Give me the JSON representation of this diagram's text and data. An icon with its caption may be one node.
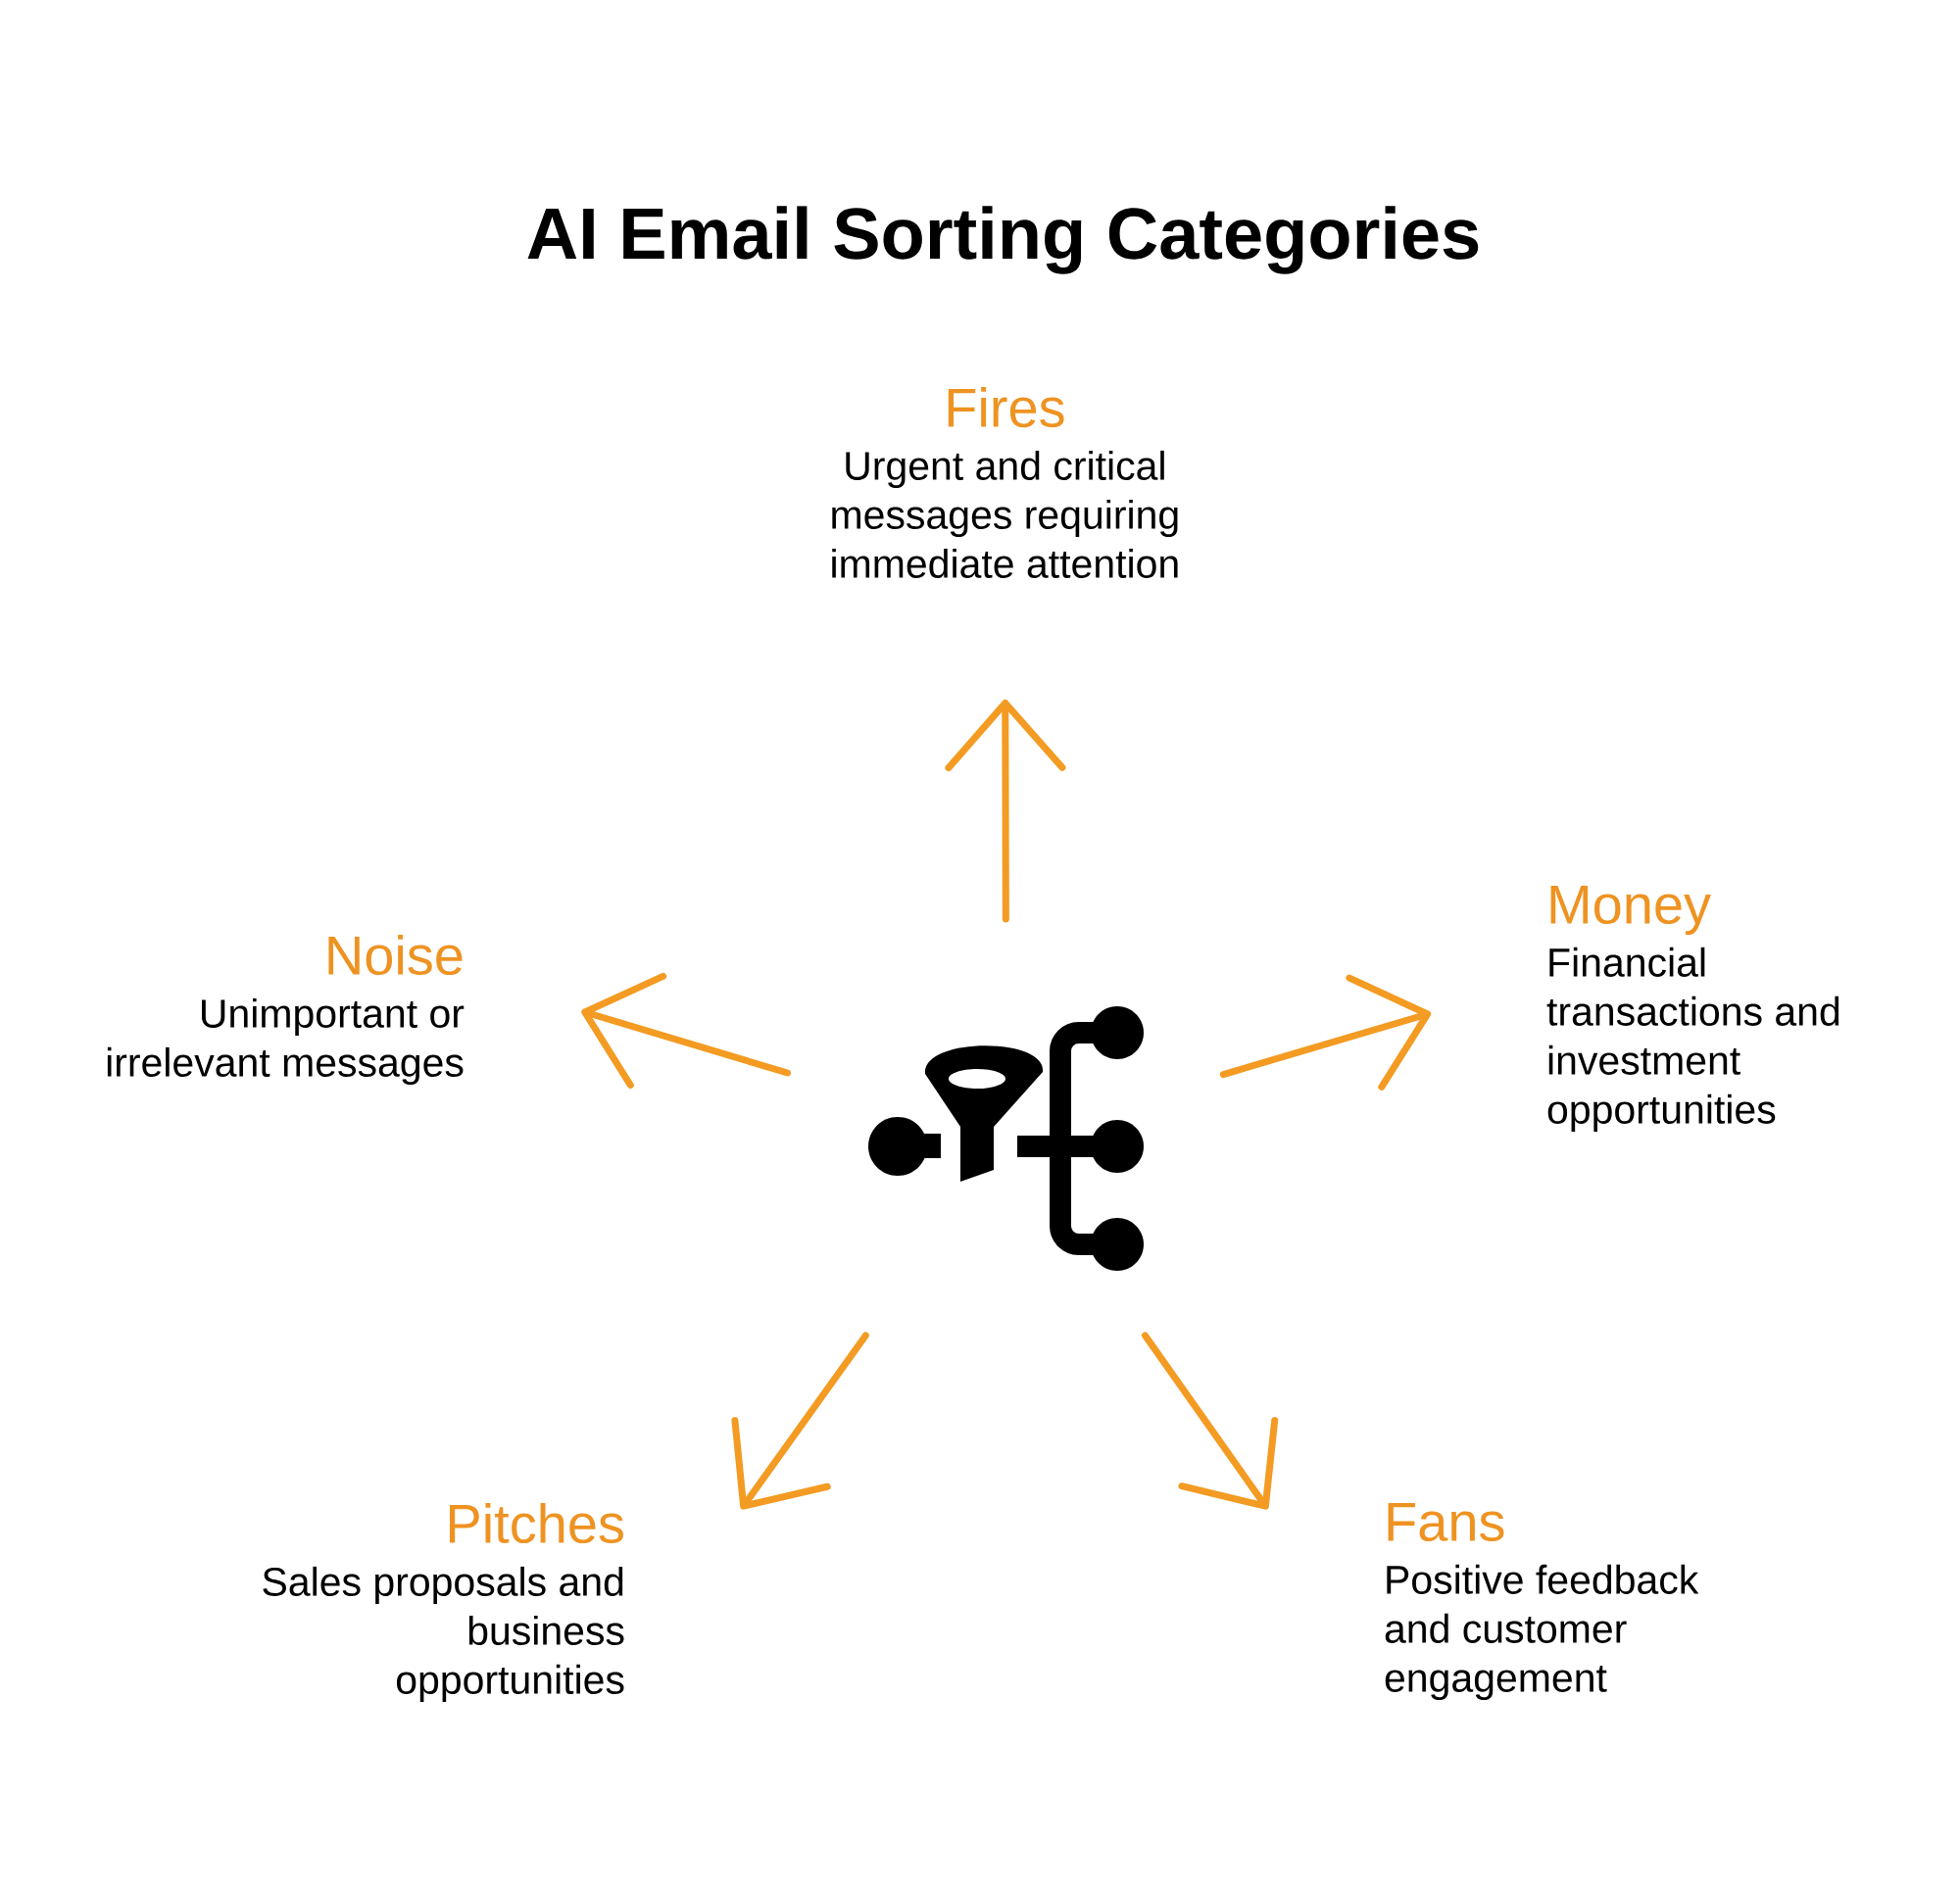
{
  "diagram": {
    "title": "AI Email Sorting Categories",
    "nodes": [
      {
        "text": [
          "Fires",
          "Urgent and critical messages requiring immediate attention"
        ]
      },
      {
        "text": [
          "Noise",
          "Unimportant or irrelevant messages"
        ]
      },
      {
        "text": [
          "Money",
          "Financial transactions and investment opportunities"
        ]
      },
      {
        "text": [],
        "shape": "picture"
      },
      {
        "text": [
          "Pitches",
          "Sales proposals and business opportunities"
        ]
      },
      {
        "text": [
          "Fans",
          "Positive feedback and customer engagement"
        ]
      }
    ],
    "edges": [
      {
        "from": 3,
        "to": 0,
        "arrow": "to"
      },
      {
        "from": 3,
        "to": 1,
        "arrow": "to"
      },
      {
        "from": 3,
        "to": 2,
        "arrow": "to"
      },
      {
        "from": 3,
        "to": 4,
        "arrow": "to"
      },
      {
        "from": 3,
        "to": 5,
        "arrow": "to"
      }
    ]
  }
}
